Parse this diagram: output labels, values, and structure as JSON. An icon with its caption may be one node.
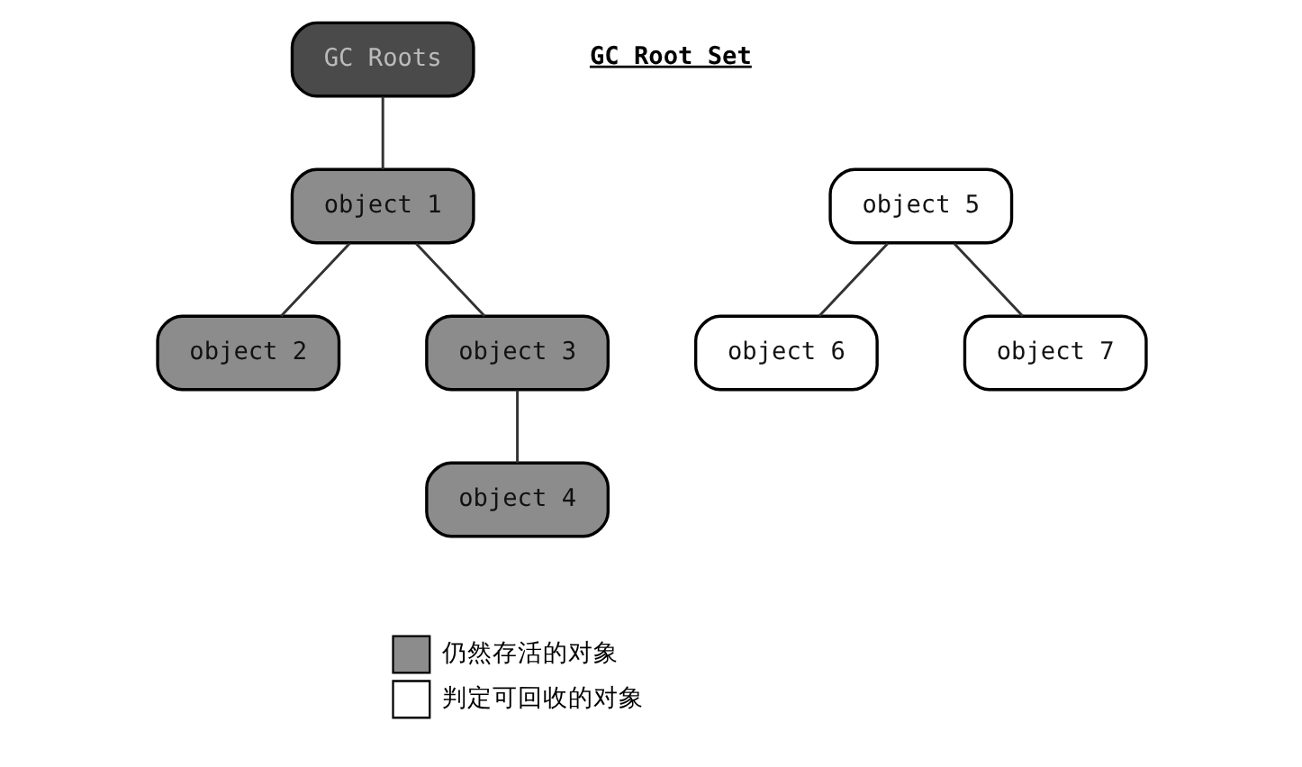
{
  "diagram": {
    "nodes": [
      {
        "text": [
          "GC Roots"
        ]
      },
      {
        "text": [
          "object 1"
        ]
      },
      {
        "text": [
          "object 5"
        ]
      },
      {
        "text": [
          "object 2"
        ]
      },
      {
        "text": [
          "object 3"
        ]
      },
      {
        "text": [
          "object 6"
        ]
      },
      {
        "text": [
          "object 7"
        ]
      },
      {
        "text": [
          "object 4"
        ]
      }
    ],
    "edges": [
      {
        "from": 0,
        "to": 1,
        "arrow": "none"
      },
      {
        "from": 1,
        "to": 3,
        "arrow": "none"
      },
      {
        "from": 1,
        "to": 4,
        "arrow": "none"
      },
      {
        "from": 2,
        "to": 5,
        "arrow": "none"
      },
      {
        "from": 2,
        "to": 6,
        "arrow": "none"
      },
      {
        "from": 4,
        "to": 7,
        "arrow": "none"
      }
    ],
    "labels": [
      "GC Root Set"
    ],
    "legend": [
      {
        "text": "仍然存活的对象",
        "color": "#8c8c8c"
      },
      {
        "text": "判定可回收的对象",
        "color": "#ffffff"
      }
    ]
  }
}
